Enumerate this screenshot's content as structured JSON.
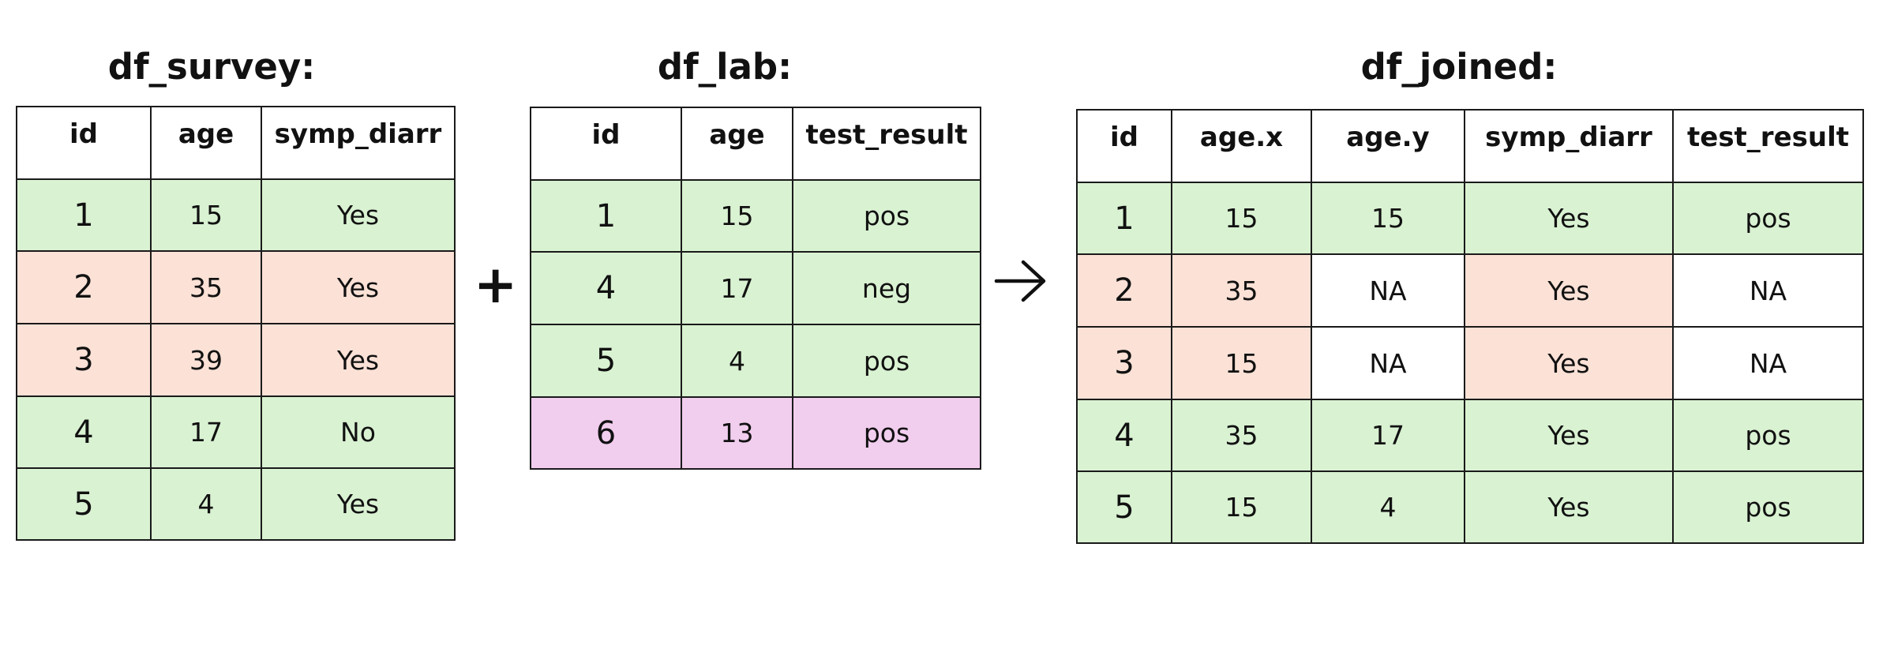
{
  "operator_plus": "+",
  "arrow_icon": "right-arrow-icon",
  "colors": {
    "matched": "#d9f2d2",
    "unmatched_left": "#fbe1d6",
    "unmatched_right": "#f1cdee",
    "border": "#1a1a1a"
  },
  "df_survey": {
    "title": "df_survey:",
    "columns": [
      "id",
      "age",
      "symp_diarr"
    ],
    "rows": [
      {
        "cells": [
          "1",
          "15",
          "Yes"
        ],
        "status": "matched"
      },
      {
        "cells": [
          "2",
          "35",
          "Yes"
        ],
        "status": "unmatched_left"
      },
      {
        "cells": [
          "3",
          "39",
          "Yes"
        ],
        "status": "unmatched_left"
      },
      {
        "cells": [
          "4",
          "17",
          "No"
        ],
        "status": "matched"
      },
      {
        "cells": [
          "5",
          "4",
          "Yes"
        ],
        "status": "matched"
      }
    ]
  },
  "df_lab": {
    "title": "df_lab:",
    "columns": [
      "id",
      "age",
      "test_result"
    ],
    "rows": [
      {
        "cells": [
          "1",
          "15",
          "pos"
        ],
        "status": "matched"
      },
      {
        "cells": [
          "4",
          "17",
          "neg"
        ],
        "status": "matched"
      },
      {
        "cells": [
          "5",
          "4",
          "pos"
        ],
        "status": "matched"
      },
      {
        "cells": [
          "6",
          "13",
          "pos"
        ],
        "status": "unmatched_right"
      }
    ]
  },
  "df_joined": {
    "title": "df_joined:",
    "columns": [
      "id",
      "age.x",
      "age.y",
      "symp_diarr",
      "test_result"
    ],
    "rows": [
      {
        "cells": [
          "1",
          "15",
          "15",
          "Yes",
          "pos"
        ],
        "status": "matched"
      },
      {
        "cells": [
          "2",
          "35",
          "NA",
          "Yes",
          "NA"
        ],
        "status": "unmatched_left"
      },
      {
        "cells": [
          "3",
          "15",
          "NA",
          "Yes",
          "NA"
        ],
        "status": "unmatched_left"
      },
      {
        "cells": [
          "4",
          "35",
          "17",
          "Yes",
          "pos"
        ],
        "status": "matched"
      },
      {
        "cells": [
          "5",
          "15",
          "4",
          "Yes",
          "pos"
        ],
        "status": "matched"
      }
    ]
  }
}
